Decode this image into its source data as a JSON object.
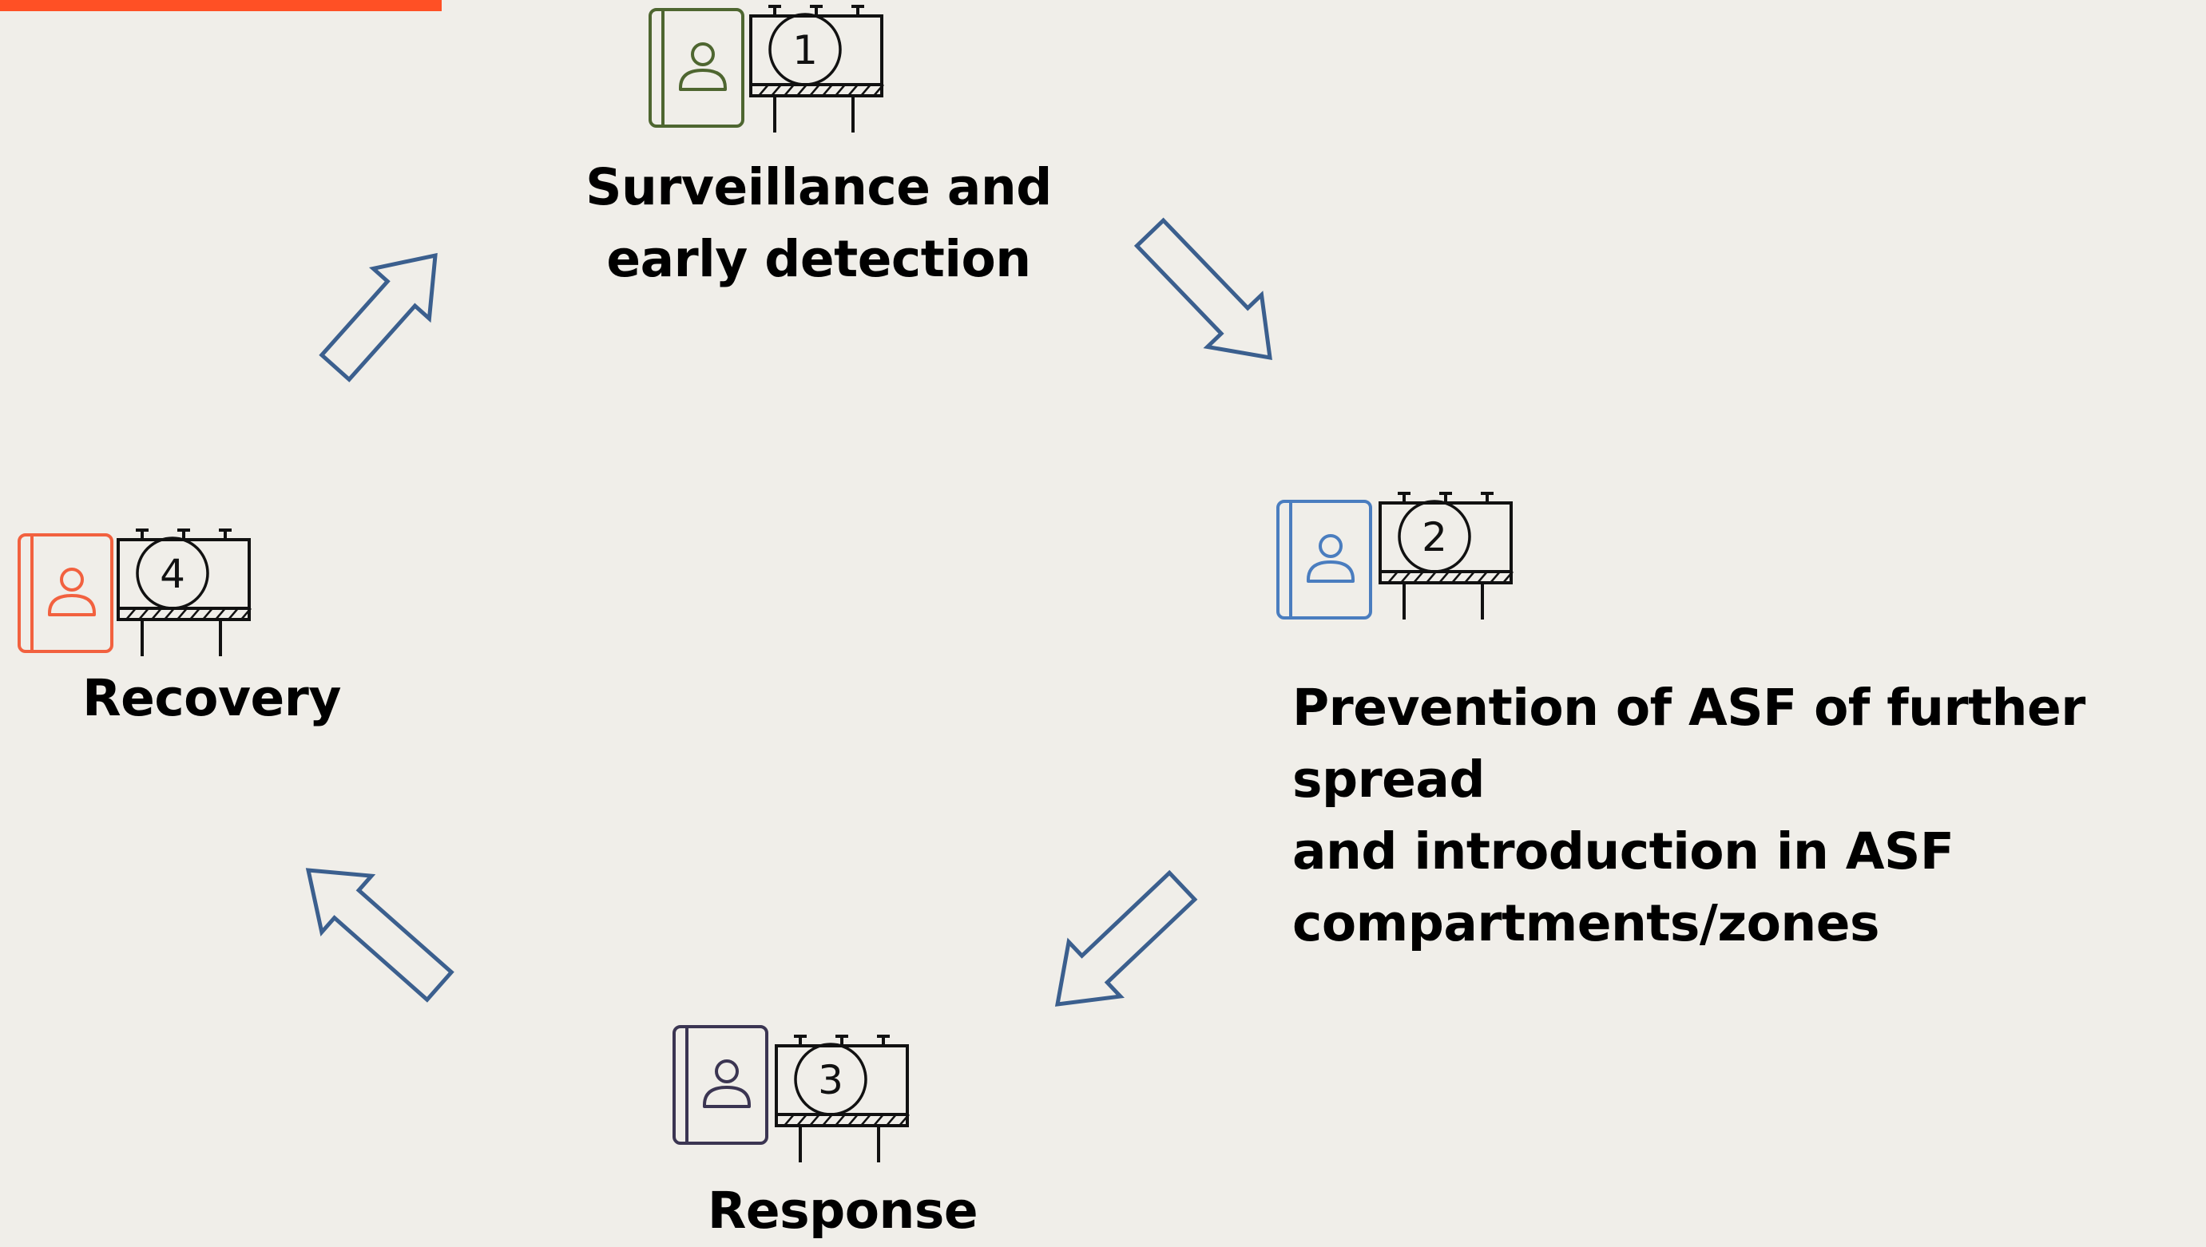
{
  "diagram": {
    "accent_bar_color": "#FF5025",
    "arrow_color": "#3B5F8E",
    "steps": [
      {
        "number": "1",
        "label": "Surveillance and\nearly detection",
        "icon": "contact-book-icon",
        "icon_color": "#4E6630"
      },
      {
        "number": "2",
        "label": "Prevention of ASF of further spread\nand introduction in ASF\ncompartments/zones",
        "icon": "contact-book-icon",
        "icon_color": "#4A7DBF"
      },
      {
        "number": "3",
        "label": "Response",
        "icon": "contact-book-icon",
        "icon_color": "#3B3552"
      },
      {
        "number": "4",
        "label": "Recovery",
        "icon": "contact-book-icon",
        "icon_color": "#F2613F"
      }
    ]
  }
}
